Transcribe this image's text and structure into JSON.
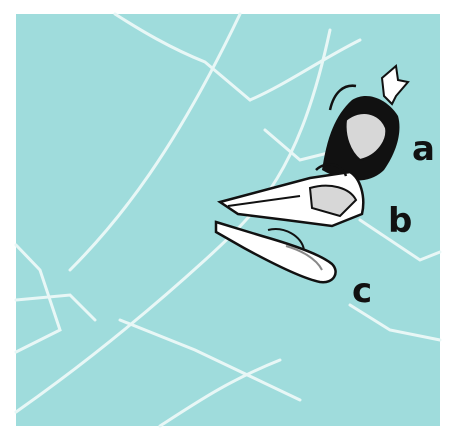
{
  "illustration": {
    "background_color": "#9fdcdc",
    "line_color": "#e8f7f6",
    "frame_color": "#ffffff",
    "ink_color": "#111111",
    "part_color": "#d7d7d7",
    "labels": {
      "a": "a",
      "b": "b",
      "c": "c"
    }
  }
}
